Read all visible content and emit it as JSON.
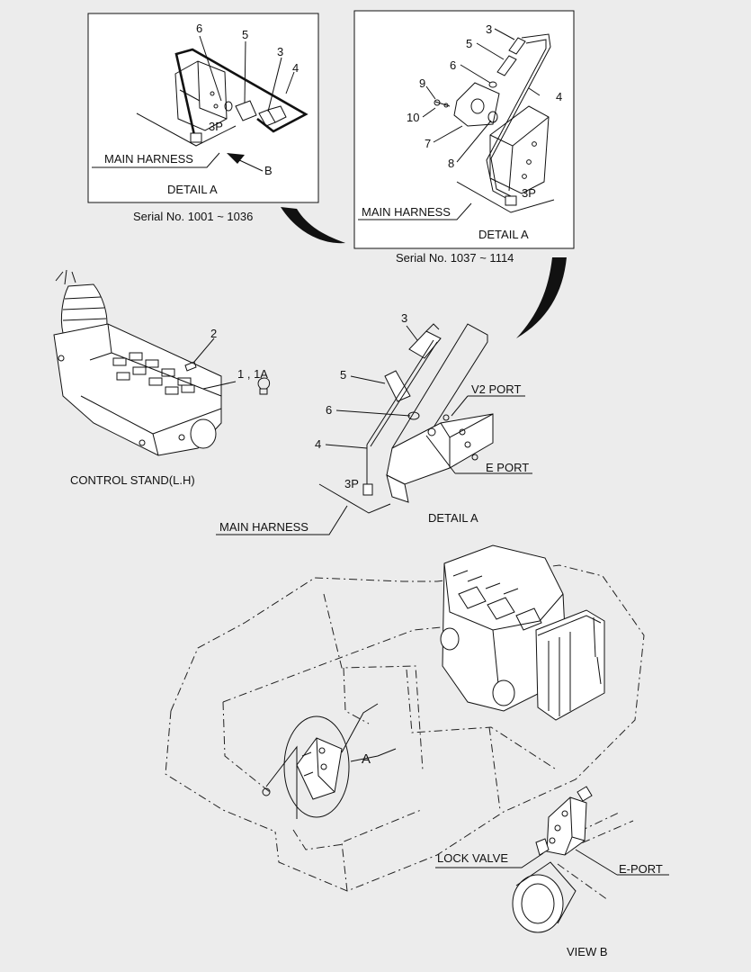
{
  "detail_left": {
    "title": "DETAIL  A",
    "serial": "Serial No. 1001 ~ 1036",
    "harness": "MAIN HARNESS",
    "plug": "3P",
    "view_marker": "B",
    "callouts": [
      "6",
      "5",
      "3",
      "4"
    ]
  },
  "detail_right": {
    "title": "DETAIL  A",
    "serial": "Serial No. 1037 ~ 1114",
    "harness": "MAIN HARNESS",
    "plug": "3P",
    "callouts": [
      "3",
      "5",
      "6",
      "4",
      "9",
      "10",
      "7",
      "8"
    ]
  },
  "control_stand": {
    "title": "CONTROL STAND(L.H)",
    "callout_2": "2",
    "callout_1": "1 , 1A"
  },
  "detail_main": {
    "title": "DETAIL  A",
    "harness": "MAIN HARNESS",
    "plug": "3P",
    "v2_port": "V2 PORT",
    "e_port": "E PORT",
    "callouts": [
      "3",
      "5",
      "6",
      "4"
    ]
  },
  "machine": {
    "detail_marker": "A"
  },
  "view_b": {
    "title": "VIEW  B",
    "lock_valve": "LOCK VALVE",
    "e_port": "E-PORT"
  }
}
